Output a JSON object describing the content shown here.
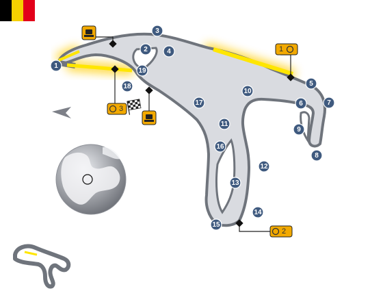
{
  "flag": {
    "name": "belgium-flag",
    "colors": [
      "#000000",
      "#f5d000",
      "#e2001a"
    ]
  },
  "colors": {
    "track_fill": "#d9dbe0",
    "track_border": "#6f747c",
    "drs_zone": "#ffe600",
    "drs_glow": "#ffcc00",
    "corner_marker": "#3f5a7f",
    "detection_badge": "#f2a900",
    "globe_dark": "#6b6e75",
    "globe_light": "#eceef2"
  },
  "corners": [
    "1",
    "2",
    "3",
    "4",
    "5",
    "6",
    "7",
    "8",
    "9",
    "10",
    "11",
    "12",
    "13",
    "14",
    "15",
    "16",
    "17",
    "18",
    "19"
  ],
  "drs_zones": [
    {
      "number": "1",
      "icon": "timer-icon"
    },
    {
      "number": "2",
      "icon": "timer-icon"
    },
    {
      "number": "3",
      "icon": "timer-icon"
    }
  ],
  "icons": {
    "drs_detection": "drs-detection-icon",
    "finish": "checkered-flag-icon",
    "direction": "direction-arrow-icon",
    "globe": "globe-icon",
    "mini_map": "mini-track-map"
  }
}
